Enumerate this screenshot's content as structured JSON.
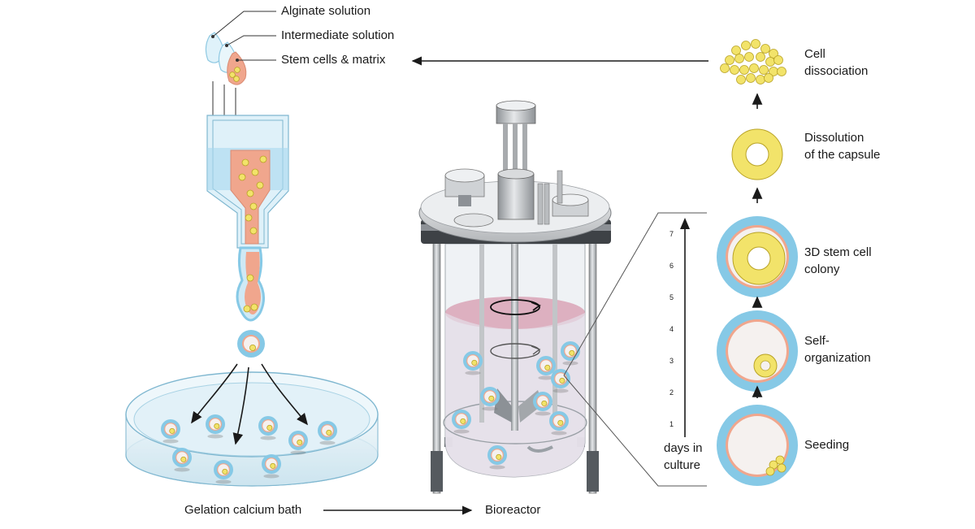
{
  "labels": {
    "alginate": "Alginate solution",
    "intermediate": "Intermediate solution",
    "stem_cells": "Stem cells & matrix",
    "gelation": "Gelation calcium bath",
    "bioreactor": "Bioreactor",
    "dissociation_1": "Cell",
    "dissociation_2": "dissociation",
    "dissolution_1": "Dissolution",
    "dissolution_2": "of the capsule",
    "colony_1": "3D stem cell",
    "colony_2": "colony",
    "selforg_1": "Self-",
    "selforg_2": "organization",
    "seeding": "Seeding",
    "days_1": "days in",
    "days_2": "culture"
  },
  "days_axis": {
    "ticks": [
      "1",
      "2",
      "3",
      "4",
      "5",
      "6",
      "7"
    ]
  },
  "colors": {
    "alginate_blue": "#86c9e6",
    "matrix_pink": "#f0a68d",
    "cell_yellow": "#f2e36a",
    "cell_outline": "#b9a326",
    "steel": "#bfc2c5",
    "steel_dark": "#555a5f"
  }
}
